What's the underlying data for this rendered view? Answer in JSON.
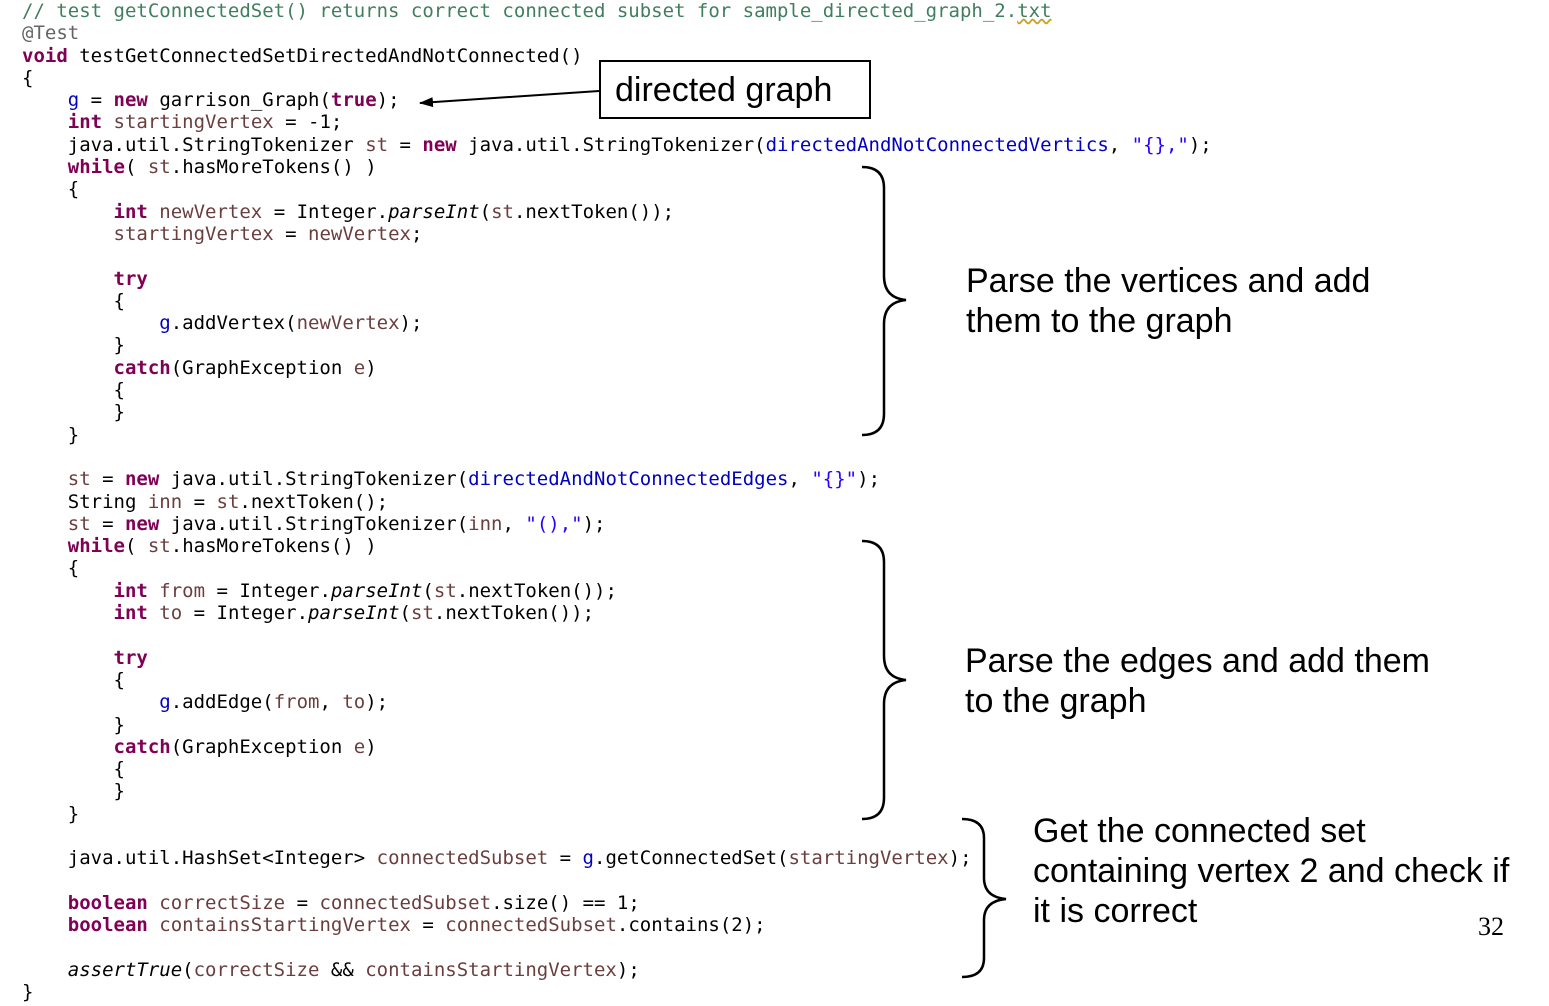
{
  "code": {
    "l1_comment": "// test getConnectedSet() returns correct connected subset for sample_directed_graph_2.",
    "l1_ext": "txt",
    "l2_annotation": "@Test",
    "l3_kw": "void",
    "l3_sig": " testGetConnectedSetDirectedAndNotConnected()",
    "brace_open": "{",
    "brace_close": "}",
    "kw_new": "new",
    "kw_true": "true",
    "kw_int": "int",
    "kw_while": "while",
    "kw_try": "try",
    "kw_catch": "catch",
    "kw_boolean": "boolean",
    "g": "g",
    "st": "st",
    "startingVertex": "startingVertex",
    "newVertex": "newVertex",
    "inn": "inn",
    "from": "from",
    "to": "to",
    "e": "e",
    "connectedSubset": "connectedSubset",
    "correctSize": "correctSize",
    "containsStartingVertex": "containsStartingVertex",
    "field_vertics": "directedAndNotConnectedVertics",
    "field_edges": "directedAndNotConnectedEdges",
    "str_vertics": "\"{},\"",
    "str_edges": "\"{}\"",
    "str_pairs": "\"(),\"",
    "parseInt": "parseInt",
    "assertTrue": "assertTrue",
    "t_eq_new": " = ",
    "t_garrison": " garrison_Graph(",
    "t_close_semi": ");",
    "t_eq_minus1": " = -1;",
    "t_tokenizer_type": "java.util.StringTokenizer ",
    "t_new_tokenizer": " java.util.StringTokenizer(",
    "t_comma_space": ", ",
    "t_while_open": "( ",
    "t_hasmore": ".hasMoreTokens() )",
    "t_eq_integer": " = Integer.",
    "t_paren_open": "(",
    "t_nexttoken_close": ".nextToken());",
    "t_semi": ";",
    "t_addvertex": ".addVertex(",
    "t_graphexception": "(GraphException ",
    "t_close_paren": ")",
    "t_string_type": "String ",
    "t_nexttoken_semi": ".nextToken();",
    "t_addedge": ".addEdge(",
    "t_hashset": "java.util.HashSet<Integer> ",
    "t_getconnected": ".getConnectedSet(",
    "t_size": ".size() == 1;",
    "t_contains": ".contains(2);",
    "t_and": " && "
  },
  "callout": {
    "text": "directed graph"
  },
  "notes": {
    "vertices_l1": "Parse the vertices and add",
    "vertices_l2": "them to the graph",
    "edges_l1": "Parse the edges and add them",
    "edges_l2": "to the graph",
    "connected_l1": "Get the connected set",
    "connected_l2": "containing vertex 2 and check if",
    "connected_l3": "it is correct"
  },
  "page_number": "32",
  "colors": {
    "keyword": "#7f0055",
    "comment": "#3f7f5f",
    "field": "#0000c0",
    "local_variable": "#6a3e3e",
    "string": "#2a00ff",
    "annotation": "#646464"
  }
}
